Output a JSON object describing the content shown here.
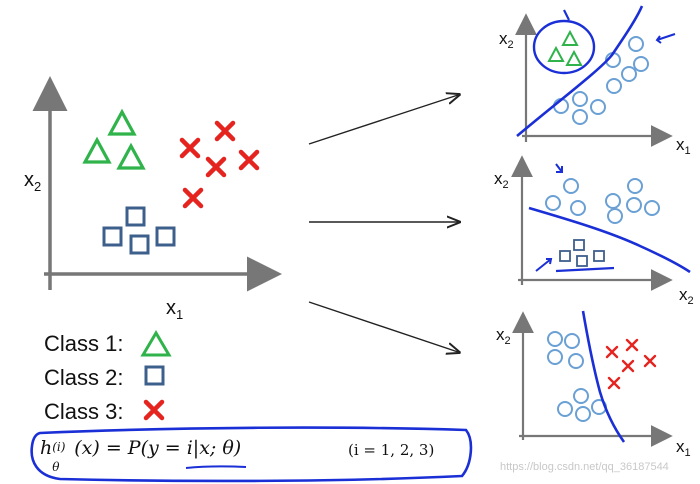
{
  "main_plot": {
    "x_label": "x",
    "x_sub": "1",
    "y_label": "x",
    "y_sub": "2"
  },
  "subplots": [
    {
      "x_label": "x",
      "x_sub": "1",
      "y_label": "x",
      "y_sub": "2"
    },
    {
      "x_label": "x",
      "x_sub": "2",
      "y_label": "x",
      "y_sub": "2"
    },
    {
      "x_label": "x",
      "x_sub": "1",
      "y_label": "x",
      "y_sub": "2"
    }
  ],
  "legend": [
    {
      "label": "Class 1:"
    },
    {
      "label": "Class 2:"
    },
    {
      "label": "Class 3:"
    }
  ],
  "formula": {
    "hypothesis": "h",
    "theta": "θ",
    "superscript": "(i)",
    "body": "(x) = P(y = i|x; θ)",
    "range": "(i = 1, 2, 3)"
  },
  "watermark": "https://blog.csdn.net/qq_36187544",
  "colors": {
    "green": "#2fb34a",
    "blue_square": "#3d5f8c",
    "red": "#e52420",
    "circle": "#6aa0d4",
    "ink": "#1a2fd6",
    "axis": "#777777"
  }
}
